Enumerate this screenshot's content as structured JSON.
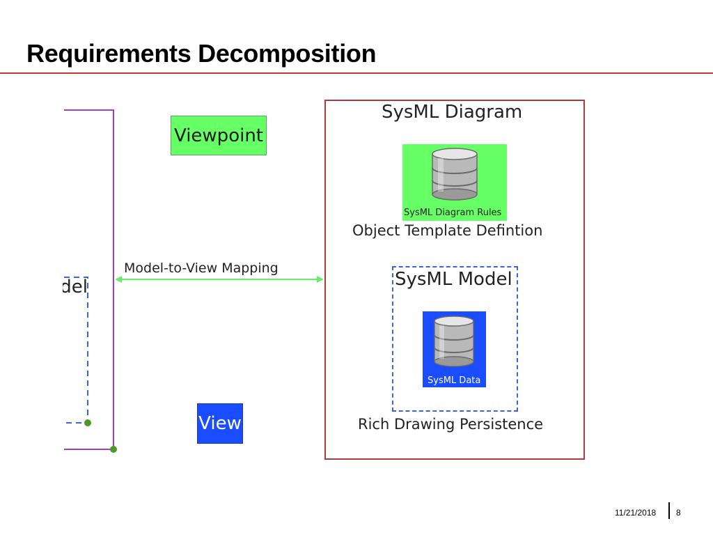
{
  "slide": {
    "title": "Requirements Decomposition",
    "date": "11/21/2018",
    "page_number": "8"
  },
  "diagram": {
    "viewpoint_label": "Viewpoint",
    "view_label": "View",
    "mapping_label": "Model-to-View Mapping",
    "cropped_model_label": "del",
    "sysml_diagram": {
      "title": "SysML Diagram",
      "rules_caption": "SysML Diagram Rules",
      "template_label": "Object Template Defintion"
    },
    "sysml_model": {
      "title": "SysML Model",
      "data_caption": "SysML Data",
      "persistence_label": "Rich Drawing Persistence"
    }
  },
  "colors": {
    "title_rule": "#c0393b",
    "viewpoint_fill": "#66ff66",
    "view_fill": "#1a4dff",
    "panel_border": "#b0393b",
    "dashed_border": "#3a64e0",
    "purple_line": "#a040c0",
    "mapping_arrow": "#66ee66",
    "connector_dot": "#4a9a2a"
  },
  "icons": [
    "database-icon"
  ]
}
